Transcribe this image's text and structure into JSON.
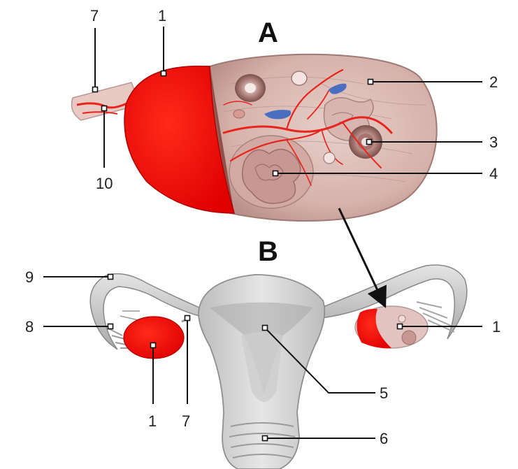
{
  "panels": {
    "a": "A",
    "b": "B"
  },
  "labels": {
    "top_seven": "7",
    "top_one": "1",
    "two": "2",
    "three": "3",
    "four": "4",
    "ten": "10",
    "nine": "9",
    "eight": "8",
    "bottom_one_left": "1",
    "bottom_seven": "7",
    "five": "5",
    "six": "6",
    "right_one": "1"
  },
  "colors": {
    "ovary_red": "#ff0000",
    "tissue": "#d9b9b3",
    "uterus_gray": "#cfcfcf",
    "vein_blue": "#4a6fc0",
    "vessel_red": "#e8241c"
  }
}
